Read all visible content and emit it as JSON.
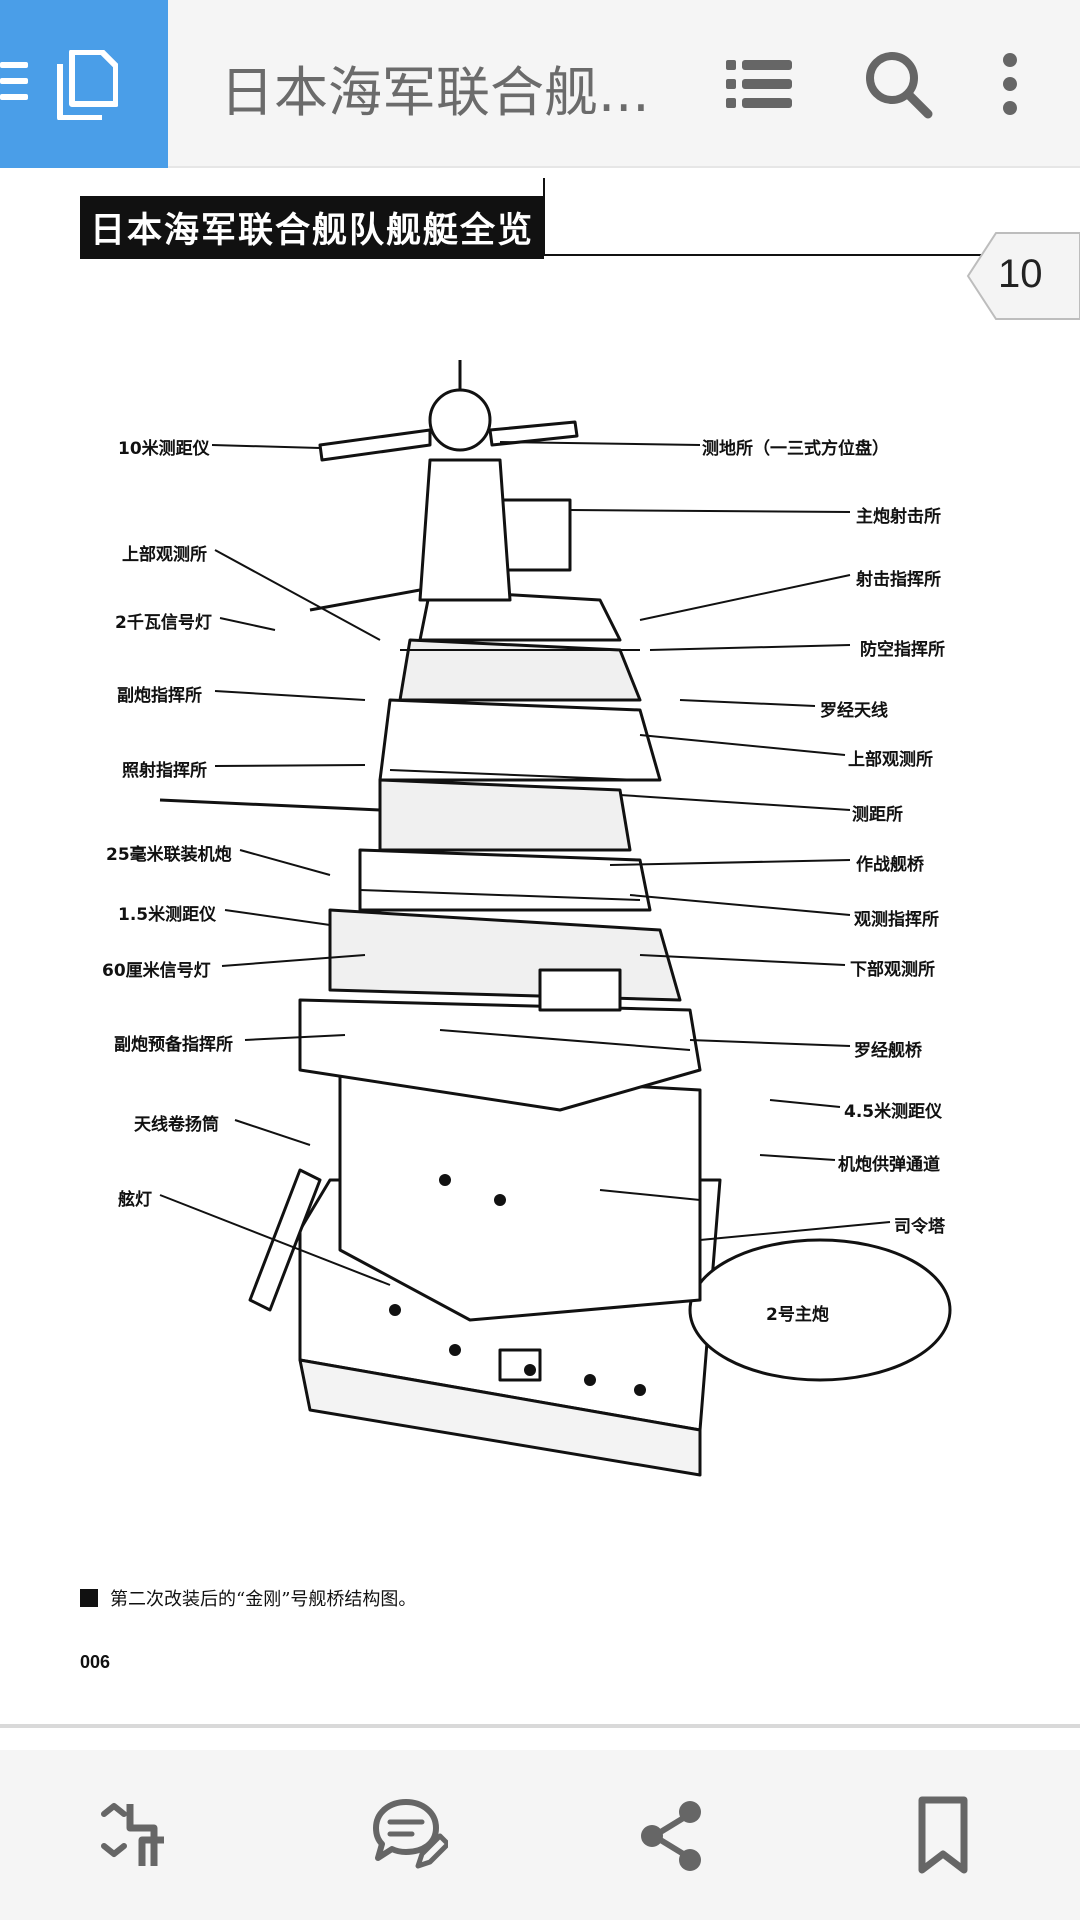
{
  "appbar": {
    "title": "日本海军联合舰...",
    "icons": [
      "menu-icon",
      "document-icon",
      "list-icon",
      "search-icon",
      "more-icon"
    ]
  },
  "page": {
    "book_title": "日本海军联合舰队舰艇全览",
    "page_badge": "10",
    "caption": "第二次改装后的“金刚”号舰桥结构图。",
    "page_number": "006"
  },
  "diagram": {
    "labels_left": [
      "10米测距仪",
      "上部观测所",
      "2千瓦信号灯",
      "副炮指挥所",
      "照射指挥所",
      "25毫米联装机炮",
      "1.5米测距仪",
      "60厘米信号灯",
      "副炮预备指挥所",
      "天线卷扬筒",
      "舷灯"
    ],
    "labels_right": [
      "测地所（一三式方位盘）",
      "主炮射击所",
      "射击指挥所",
      "防空指挥所",
      "罗经天线",
      "上部观测所",
      "测距所",
      "作战舰桥",
      "观测指挥所",
      "下部观测所",
      "罗经舰桥",
      "4.5米测距仪",
      "机炮供弹通道",
      "司令塔"
    ],
    "label_turret": "2号主炮"
  },
  "bottombar": {
    "icons": [
      "crop-icon",
      "comment-edit-icon",
      "share-icon",
      "bookmark-icon"
    ]
  }
}
